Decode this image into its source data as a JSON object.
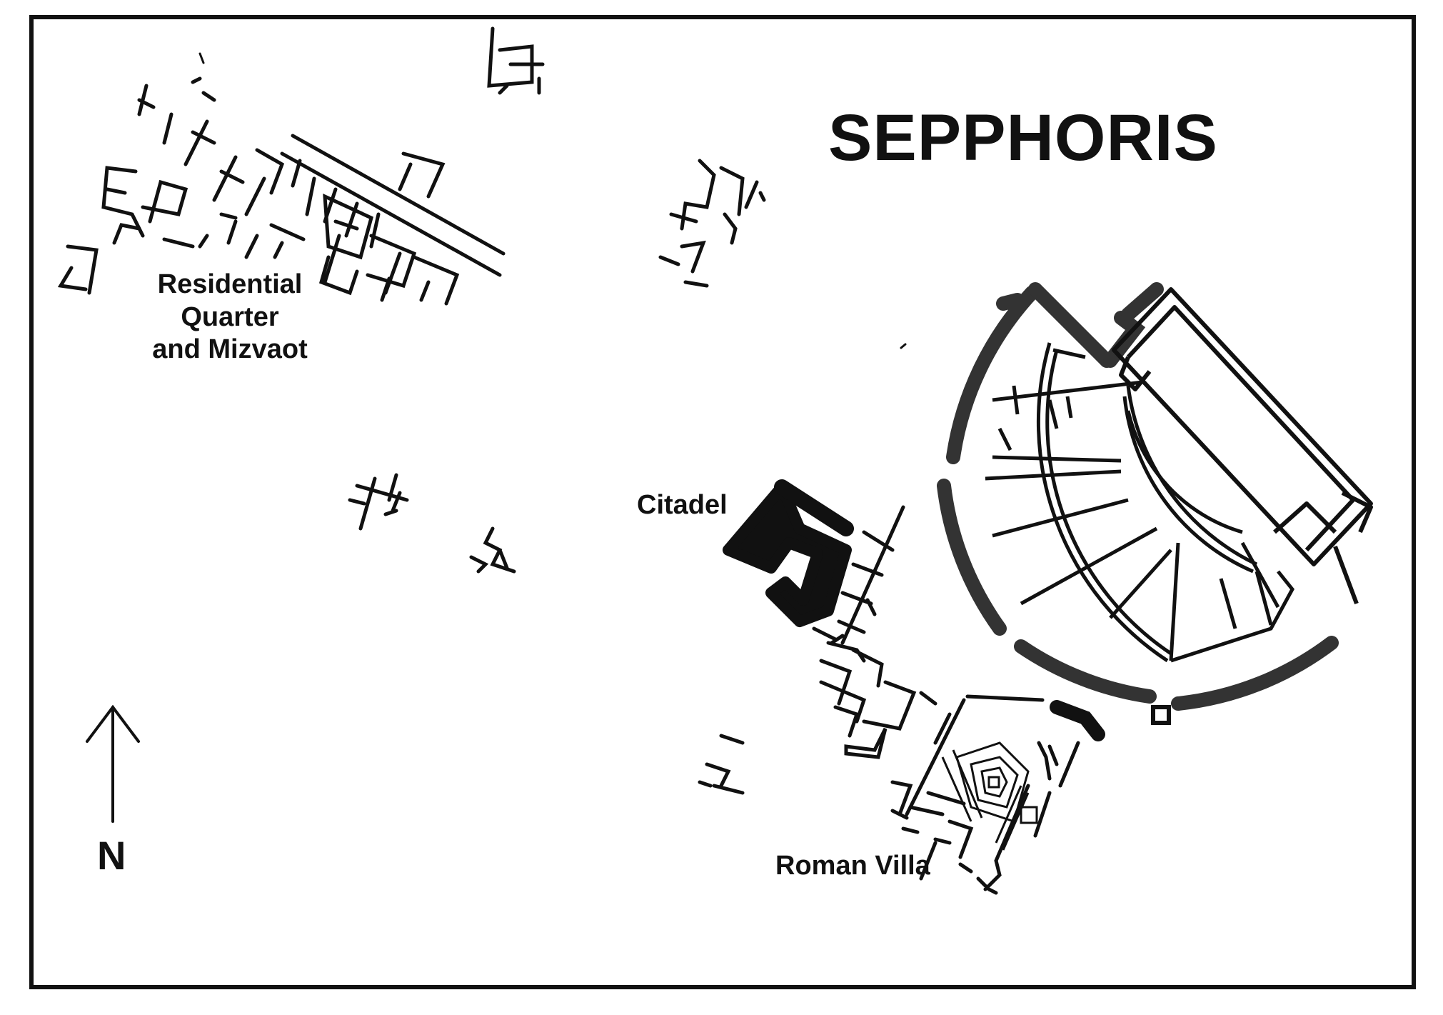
{
  "map": {
    "title": "SEPPHORIS",
    "labels": {
      "residential": "Residential\nQuarter\nand Mizvaot",
      "citadel": "Citadel",
      "villa": "Roman Villa"
    },
    "north_label": "N",
    "features": [
      "residential-quarter",
      "citadel",
      "theater",
      "roman-villa",
      "scattered-ruins"
    ],
    "colors": {
      "ink": "#111111",
      "paper": "#ffffff"
    }
  }
}
